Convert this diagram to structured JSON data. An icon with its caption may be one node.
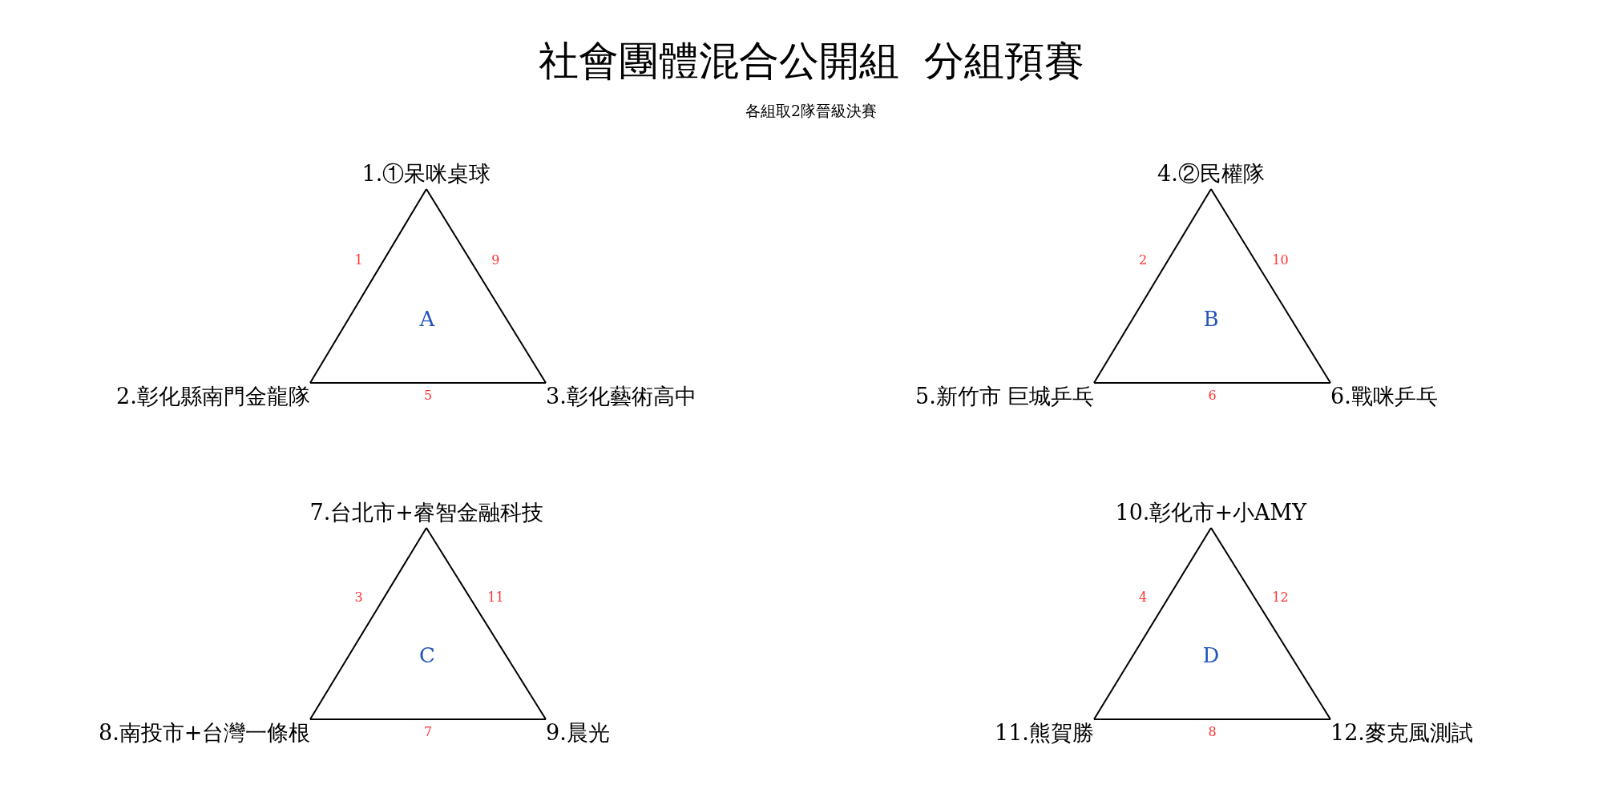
{
  "diagram": {
    "title": "社會團體混合公開組  分組預賽",
    "nodes": [
      {
        "text": [
          "1.①呆咪桌球"
        ]
      },
      {
        "text": [
          "2.彰化縣南門金龍隊"
        ]
      },
      {
        "text": [
          "3.彰化藝術高中"
        ]
      },
      {
        "text": [
          "4.②民權隊"
        ]
      },
      {
        "text": [
          "5.新竹市 巨城乒乓"
        ]
      },
      {
        "text": [
          "6.戰咪乒乓"
        ]
      },
      {
        "text": [
          "7.台北市+睿智金融科技"
        ]
      },
      {
        "text": [
          "8.南投市+台灣一條根"
        ]
      },
      {
        "text": [
          "9.晨光"
        ]
      },
      {
        "text": [
          "10.彰化市+小AMY"
        ]
      },
      {
        "text": [
          "11.熊賀勝"
        ]
      },
      {
        "text": [
          "12.麥克風測試"
        ]
      }
    ],
    "edges": [
      {
        "from": 0,
        "to": 1,
        "arrow": "none",
        "label": "1"
      },
      {
        "from": 3,
        "to": 4,
        "arrow": "none",
        "label": "2"
      },
      {
        "from": 6,
        "to": 7,
        "arrow": "none",
        "label": "3"
      },
      {
        "from": 9,
        "to": 10,
        "arrow": "none",
        "label": "4"
      },
      {
        "from": 1,
        "to": 2,
        "arrow": "none",
        "label": "5"
      },
      {
        "from": 4,
        "to": 5,
        "arrow": "none",
        "label": "6"
      },
      {
        "from": 7,
        "to": 8,
        "arrow": "none",
        "label": "7"
      },
      {
        "from": 10,
        "to": 11,
        "arrow": "none",
        "label": "8"
      },
      {
        "from": 0,
        "to": 2,
        "arrow": "none",
        "label": "9"
      },
      {
        "from": 3,
        "to": 5,
        "arrow": "none",
        "label": "10"
      },
      {
        "from": 6,
        "to": 8,
        "arrow": "none",
        "label": "11"
      },
      {
        "from": 9,
        "to": 11,
        "arrow": "none",
        "label": "12"
      }
    ],
    "labels": [
      "各組取2隊晉級決賽",
      "A",
      "B",
      "C",
      "D"
    ]
  }
}
